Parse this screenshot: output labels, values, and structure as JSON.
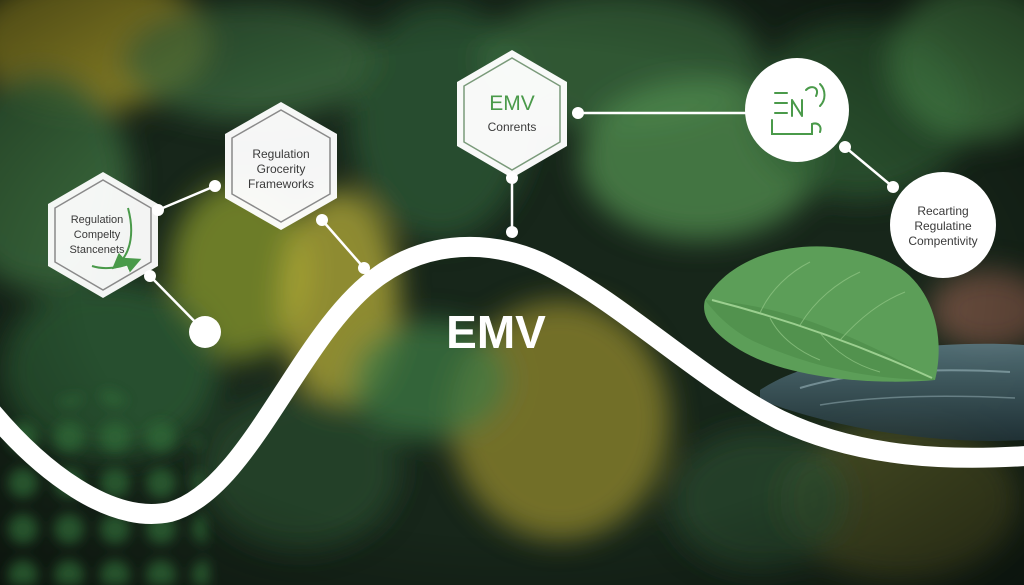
{
  "center_label": "EMV",
  "nodes": {
    "left_hex": {
      "lines": [
        "Regulation",
        "Compelty",
        "Stancenets"
      ]
    },
    "mid_hex": {
      "lines": [
        "Regulation",
        "Grocerity",
        "Frameworks"
      ]
    },
    "top_hex": {
      "title": "EMV",
      "subtitle": "Conrents"
    },
    "right_circle": {
      "lines": [
        "Recarting",
        "Regulatine",
        "Compentivity"
      ]
    },
    "icon_circle": {
      "icon": "regulation-document-icon"
    }
  },
  "colors": {
    "accent_green": "#4a9a4a",
    "node_fill": "#ffffff",
    "connector": "#ffffff"
  }
}
